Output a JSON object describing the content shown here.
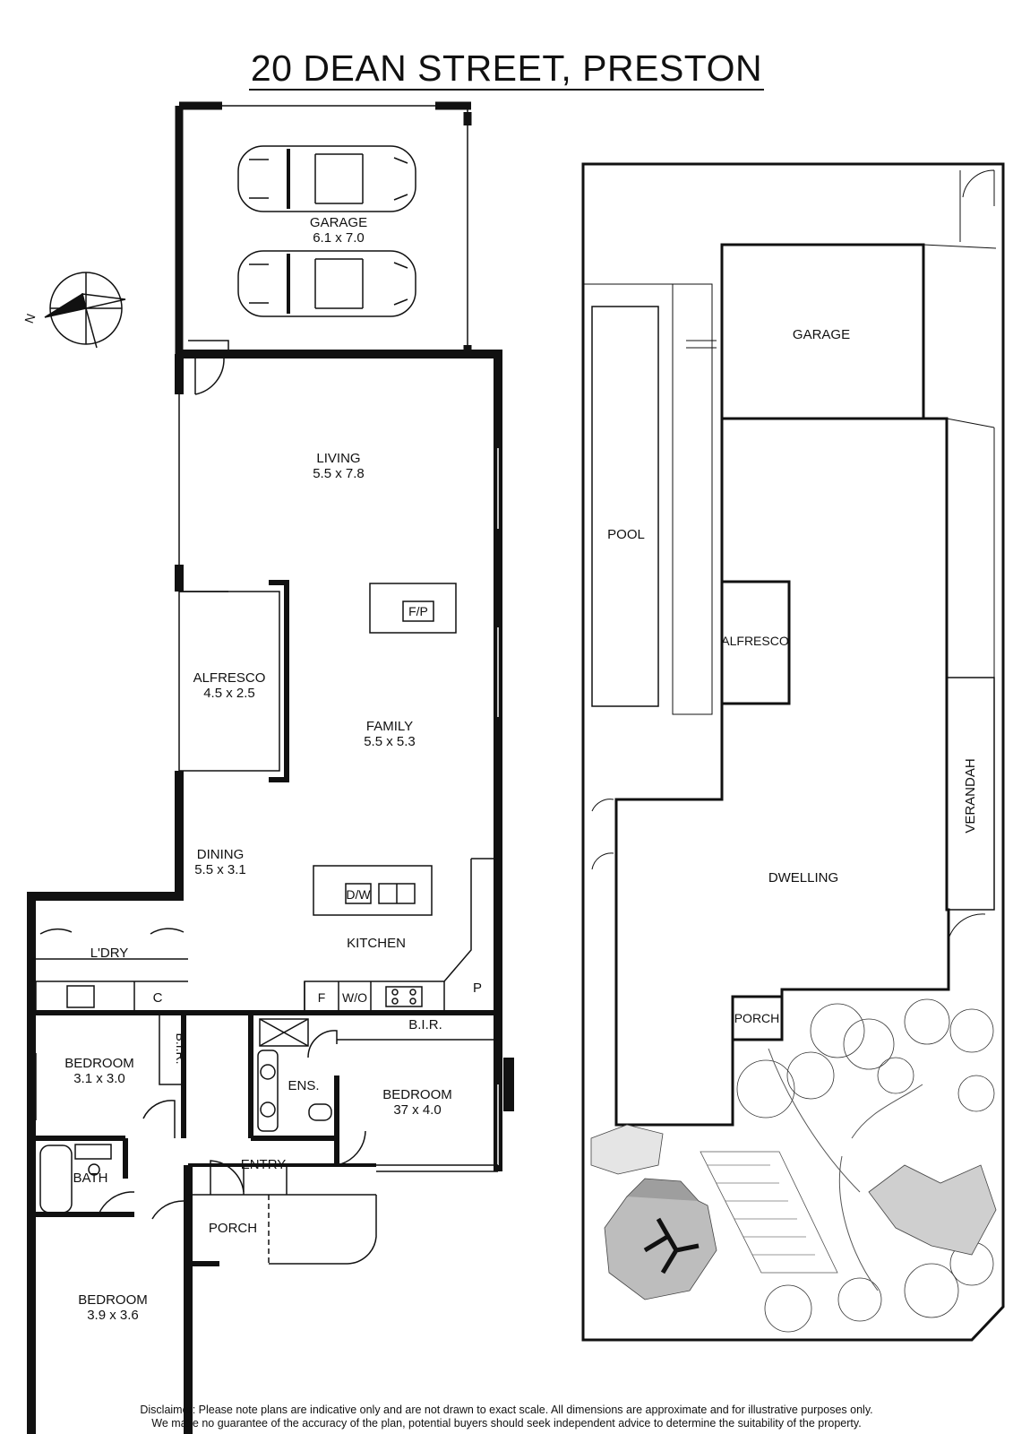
{
  "title": "20 DEAN STREET, PRESTON",
  "floor_plan": {
    "compass": {
      "north_label": "N"
    },
    "rooms": {
      "garage": {
        "name": "GARAGE",
        "dims": "6.1 x 7.0"
      },
      "living": {
        "name": "LIVING",
        "dims": "5.5 x 7.8"
      },
      "fireplace": "F/P",
      "alfresco": {
        "name": "ALFRESCO",
        "dims": "4.5 x 2.5"
      },
      "family": {
        "name": "FAMILY",
        "dims": "5.5 x 5.3"
      },
      "dining": {
        "name": "DINING",
        "dims": "5.5 x 3.1"
      },
      "dishwasher": "D/W",
      "kitchen": "KITCHEN",
      "laundry": "L'DRY",
      "cupboard": "C",
      "fridge": "F",
      "walk_in": "W/O",
      "pantry": "P",
      "bedroom_1": {
        "name": "BEDROOM",
        "dims": "3.1 x 3.0"
      },
      "bir_1": "B.I.R.",
      "ensuite": "ENS.",
      "bir_2": "B.I.R.",
      "bedroom_2": {
        "name": "BEDROOM",
        "dims": "37 x 4.0"
      },
      "bath": "BATH",
      "entry": "ENTRY",
      "porch": "PORCH",
      "bedroom_3": {
        "name": "BEDROOM",
        "dims": "3.9 x 3.6"
      }
    }
  },
  "site_plan": {
    "garage": "GARAGE",
    "pool": "POOL",
    "alfresco": "ALFRESCO",
    "verandah": "VERANDAH",
    "dwelling": "DWELLING",
    "porch": "PORCH"
  },
  "disclaimer": {
    "line1": "Disclaimer: Please note plans are indicative only and are not drawn to exact scale. All dimensions are approximate and for illustrative purposes only.",
    "line2": "We make no guarantee of the accuracy of the plan, potential buyers should seek independent advice to determine the suitability of the property."
  }
}
